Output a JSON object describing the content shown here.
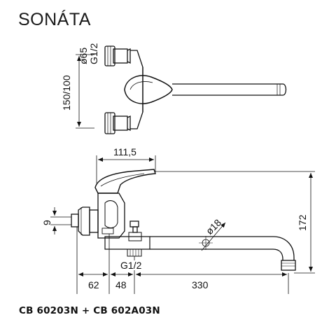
{
  "title": "SONÁTA",
  "caption": "CB 60203N + CB 602A03N",
  "top_view": {
    "dim_diameter": "ø65",
    "dim_thread": "G1/2",
    "dim_spacing": "150/100"
  },
  "side_view": {
    "dim_width": "111,5",
    "dim_height": "172",
    "dim_wall": "9",
    "dim_spout": "ø18",
    "dim_outlet_thread": "G1/2",
    "dim_62": "62",
    "dim_48": "48",
    "dim_330": "330"
  }
}
